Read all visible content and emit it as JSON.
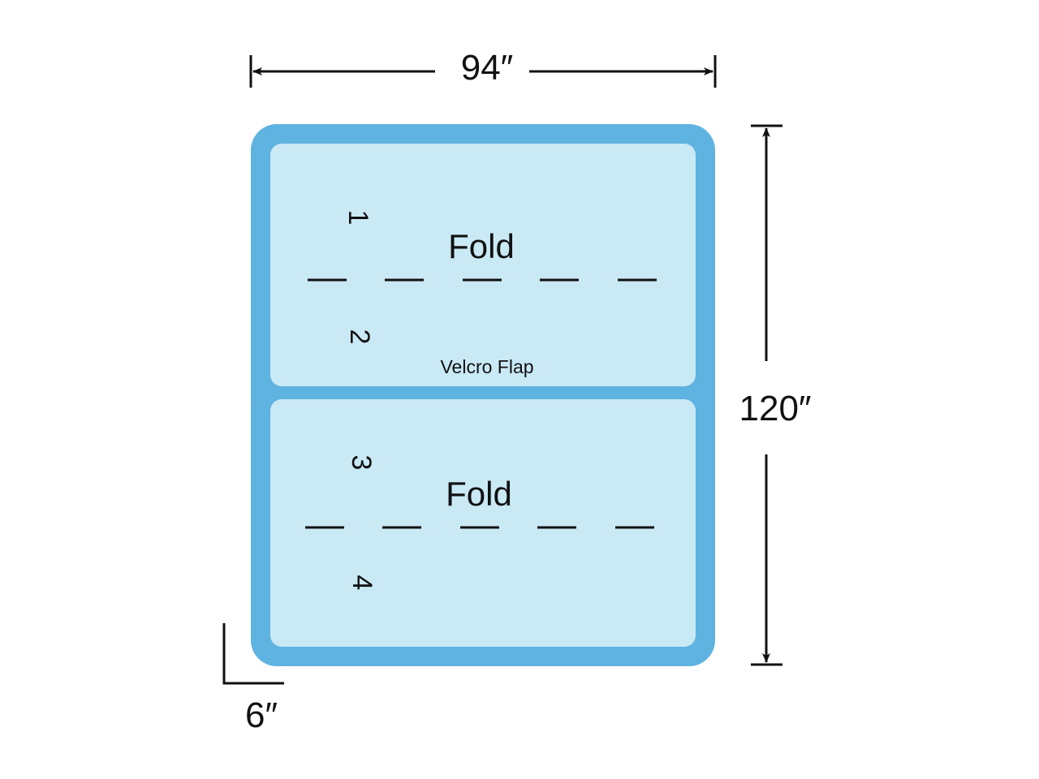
{
  "dimensions": {
    "width": "94″",
    "height": "120″",
    "flap": "6″"
  },
  "panels": [
    {
      "fold_label": "Fold",
      "numbers": [
        "1",
        "2"
      ],
      "flap_label": "Velcro Flap"
    },
    {
      "fold_label": "Fold",
      "numbers": [
        "3",
        "4"
      ]
    }
  ],
  "colors": {
    "border": "#5fb3e1",
    "fill": "#c9e9f5",
    "ink": "#111111"
  }
}
